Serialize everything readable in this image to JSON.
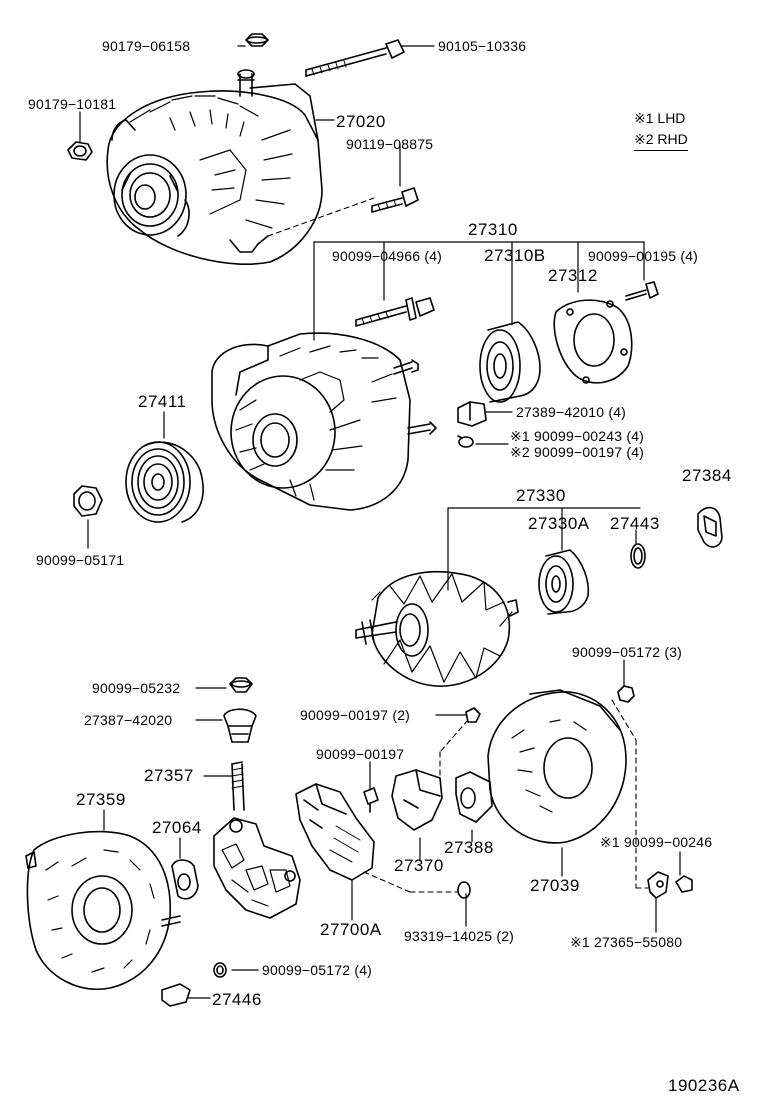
{
  "legend": {
    "lhd": "※1 LHD",
    "rhd": "※2 RHD"
  },
  "labels": {
    "p90179_06158": "90179−06158",
    "p90105_10336": "90105−10336",
    "p90179_10181": "90179−10181",
    "p27020": "27020",
    "p90119_08875": "90119−08875",
    "p27310": "27310",
    "p90099_04966": "90099−04966 (4)",
    "p27310B": "27310B",
    "p27312": "27312",
    "p90099_00195": "90099−00195 (4)",
    "p27411": "27411",
    "p27389": "27389−42010 (4)",
    "p90099_00243": "※1 90099−00243 (4)",
    "p90099_00197_rhd": "※2 90099−00197 (4)",
    "p27384": "27384",
    "p27330": "27330",
    "p27330A": "27330A",
    "p27443": "27443",
    "p90099_05171": "90099−05171",
    "p90099_05172_3": "90099−05172 (3)",
    "p90099_05232": "90099−05232",
    "p90099_00197_2": "90099−00197 (2)",
    "p27387": "27387−42020",
    "p90099_00197": "90099−00197",
    "p27357": "27357",
    "p27359": "27359",
    "p27064": "27064",
    "p27370": "27370",
    "p27388": "27388",
    "p27039": "27039",
    "p90099_00246": "※1   90099−00246",
    "p27700A": "27700A",
    "p93319": "93319−14025 (2)",
    "p27365": "※1   27365−55080",
    "p90099_05172_4": "90099−05172 (4)",
    "p27446": "27446",
    "diagram_id": "190236A"
  }
}
